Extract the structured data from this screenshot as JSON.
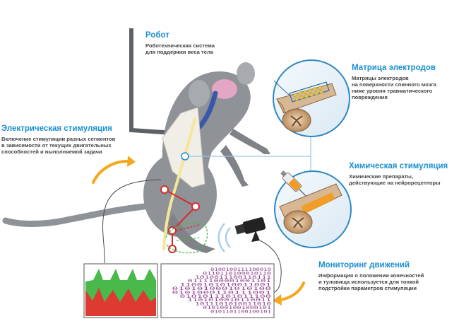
{
  "robot": {
    "title": "Робот",
    "desc": [
      "Роботехническая система",
      "для поддержки веса тела"
    ]
  },
  "electrical_stimulation": {
    "title": "Электрическая стимуляция",
    "desc": [
      "Включение стимуляции разных сегментов",
      "в зависимости от текущих двигательных",
      "способностей и выполняемой задачи"
    ]
  },
  "electrode_matrix": {
    "title": "Матрица электродов",
    "desc": [
      "Матрицы электродов",
      "на поверхности спинного мозга",
      "ниже уровня травматического",
      "повреждения"
    ]
  },
  "chemical_stimulation": {
    "title": "Химическая стимуляция",
    "desc": [
      "Химические препараты,",
      "действующие на нейрорецепторы"
    ]
  },
  "motion_monitoring": {
    "title": "Мониторинг движений",
    "desc": [
      "Информация о положении конечностей",
      "и туловища используется для тонкой",
      "подстройки параметров стимуляции"
    ]
  },
  "binary_panel": {
    "rows": [
      "0100100111100010",
      "0110110100010110",
      "1010011100110111",
      "0111100001001101",
      "1100101010011001",
      "0101010001010100",
      "0101000110111001",
      "0101011101011100",
      "1101010010110011",
      "1011101010011010",
      "0101001001000101",
      "0101101100100101"
    ]
  },
  "colors": {
    "accent": "#1a8fd0",
    "text": "#444444",
    "rat_body": "#8f9297",
    "spine_yellow": "#f4e79a",
    "brain_pink": "#e3a6c4",
    "brain_blue": "#3b58a8",
    "arrow_orange": "#f3a81e",
    "joint_red": "#d32d2d",
    "signal_green": "#49b94c",
    "signal_red": "#dd3b32",
    "binary_purple": "#8c3f8c",
    "cord_tan": "#c99a6c",
    "drug_orange": "#f39a1e"
  }
}
